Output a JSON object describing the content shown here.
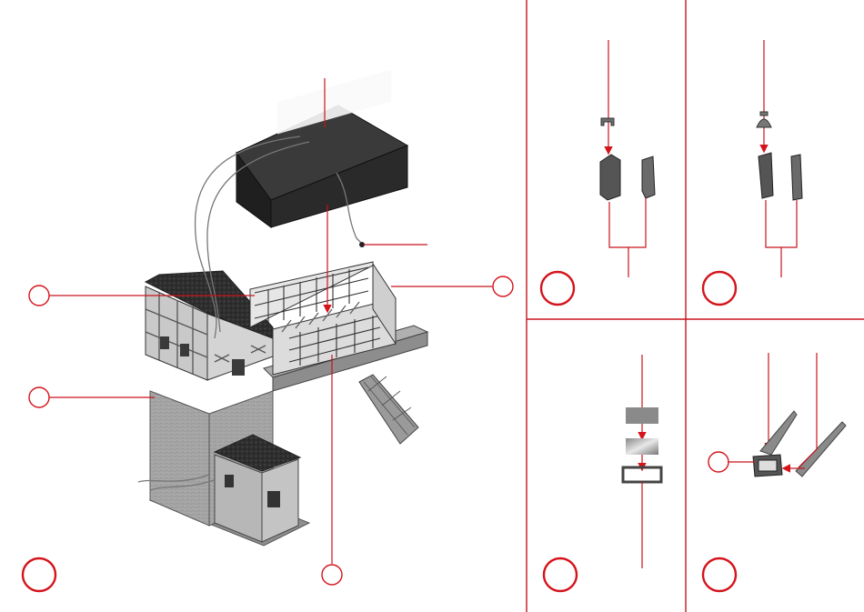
{
  "page": {
    "background": "#ffffff",
    "accent_color": "#d4141c",
    "line_color": "#c8141c",
    "model_fill": "#9a9a9a",
    "model_dark": "#2b2b2b"
  },
  "main_illustration": {
    "subject": "signal-box-model-exploded-view",
    "callout_markers": [
      "marker-left-upper",
      "marker-left-lower",
      "marker-right",
      "marker-bottom-center",
      "marker-step"
    ]
  },
  "panels": [
    {
      "id": "panel-top-left",
      "content": "lamp-post-assembly-a",
      "markers": 1
    },
    {
      "id": "panel-top-right",
      "content": "lamp-post-assembly-b",
      "markers": 1
    },
    {
      "id": "panel-bottom-left",
      "content": "window-glazing-insert",
      "markers": 1
    },
    {
      "id": "panel-bottom-right",
      "content": "roof-corner-assembly",
      "markers": 2
    }
  ]
}
